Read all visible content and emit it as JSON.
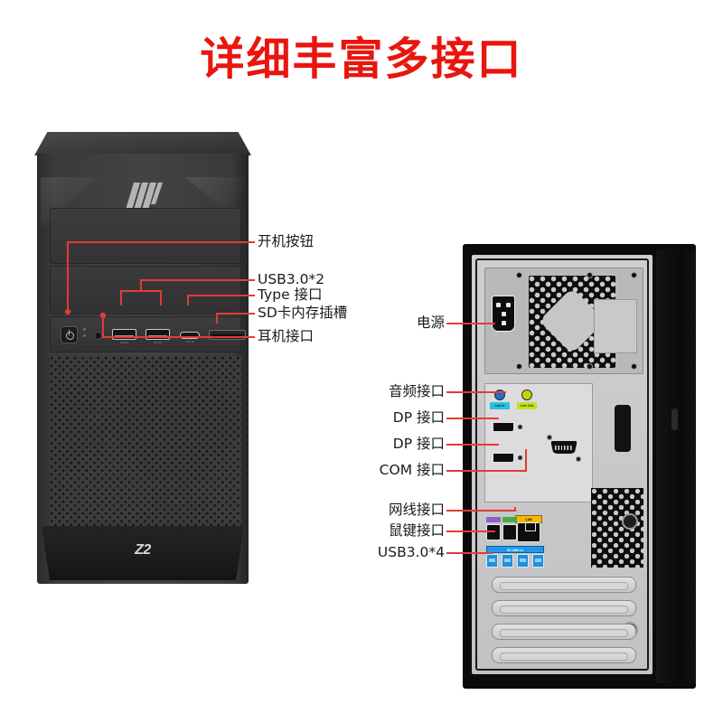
{
  "page": {
    "title": "详细丰富多接口",
    "title_color": "#e8160f",
    "background": "#ffffff"
  },
  "front_view": {
    "name": "HP Z2 tower front view",
    "brand_logo": "hp-logo",
    "model_badge": "Z2",
    "port_micro_labels": {
      "usb1": "SS<10",
      "usb2": "SS<10",
      "typec": "SS<10"
    }
  },
  "rear_view": {
    "name": "HP Z2 tower rear I/O panel",
    "audio_tags": [
      {
        "label": "Line In",
        "color": "#29c1e8"
      },
      {
        "label": "Line Out",
        "color": "#c8e021"
      }
    ],
    "network_tag": {
      "label": "LAN",
      "color": "#f5b70a"
    },
    "usb_bar_tag": {
      "label": "SS USB 3.0",
      "color": "#2196e8"
    },
    "ps2_tags": [
      {
        "color": "#8e63c4"
      },
      {
        "color": "#3fae4a"
      }
    ]
  },
  "callouts": {
    "front": [
      {
        "id": "power-button",
        "text": "开机按钮"
      },
      {
        "id": "usb30-x2",
        "text": "USB3.0*2"
      },
      {
        "id": "type-c",
        "text": "Type 接口"
      },
      {
        "id": "sd-card-slot",
        "text": "SD卡内存插槽"
      },
      {
        "id": "headphone",
        "text": "耳机接口"
      }
    ],
    "rear": [
      {
        "id": "power-socket",
        "text": "电源"
      },
      {
        "id": "audio",
        "text": "音频接口"
      },
      {
        "id": "dp1",
        "text": "DP 接口"
      },
      {
        "id": "dp2",
        "text": "DP 接口"
      },
      {
        "id": "com",
        "text": "COM 接口"
      },
      {
        "id": "ethernet",
        "text": "网线接口"
      },
      {
        "id": "ps2",
        "text": "鼠键接口"
      },
      {
        "id": "usb30-x4",
        "text": "USB3.0*4"
      }
    ]
  },
  "leader_color": "#e23c32"
}
